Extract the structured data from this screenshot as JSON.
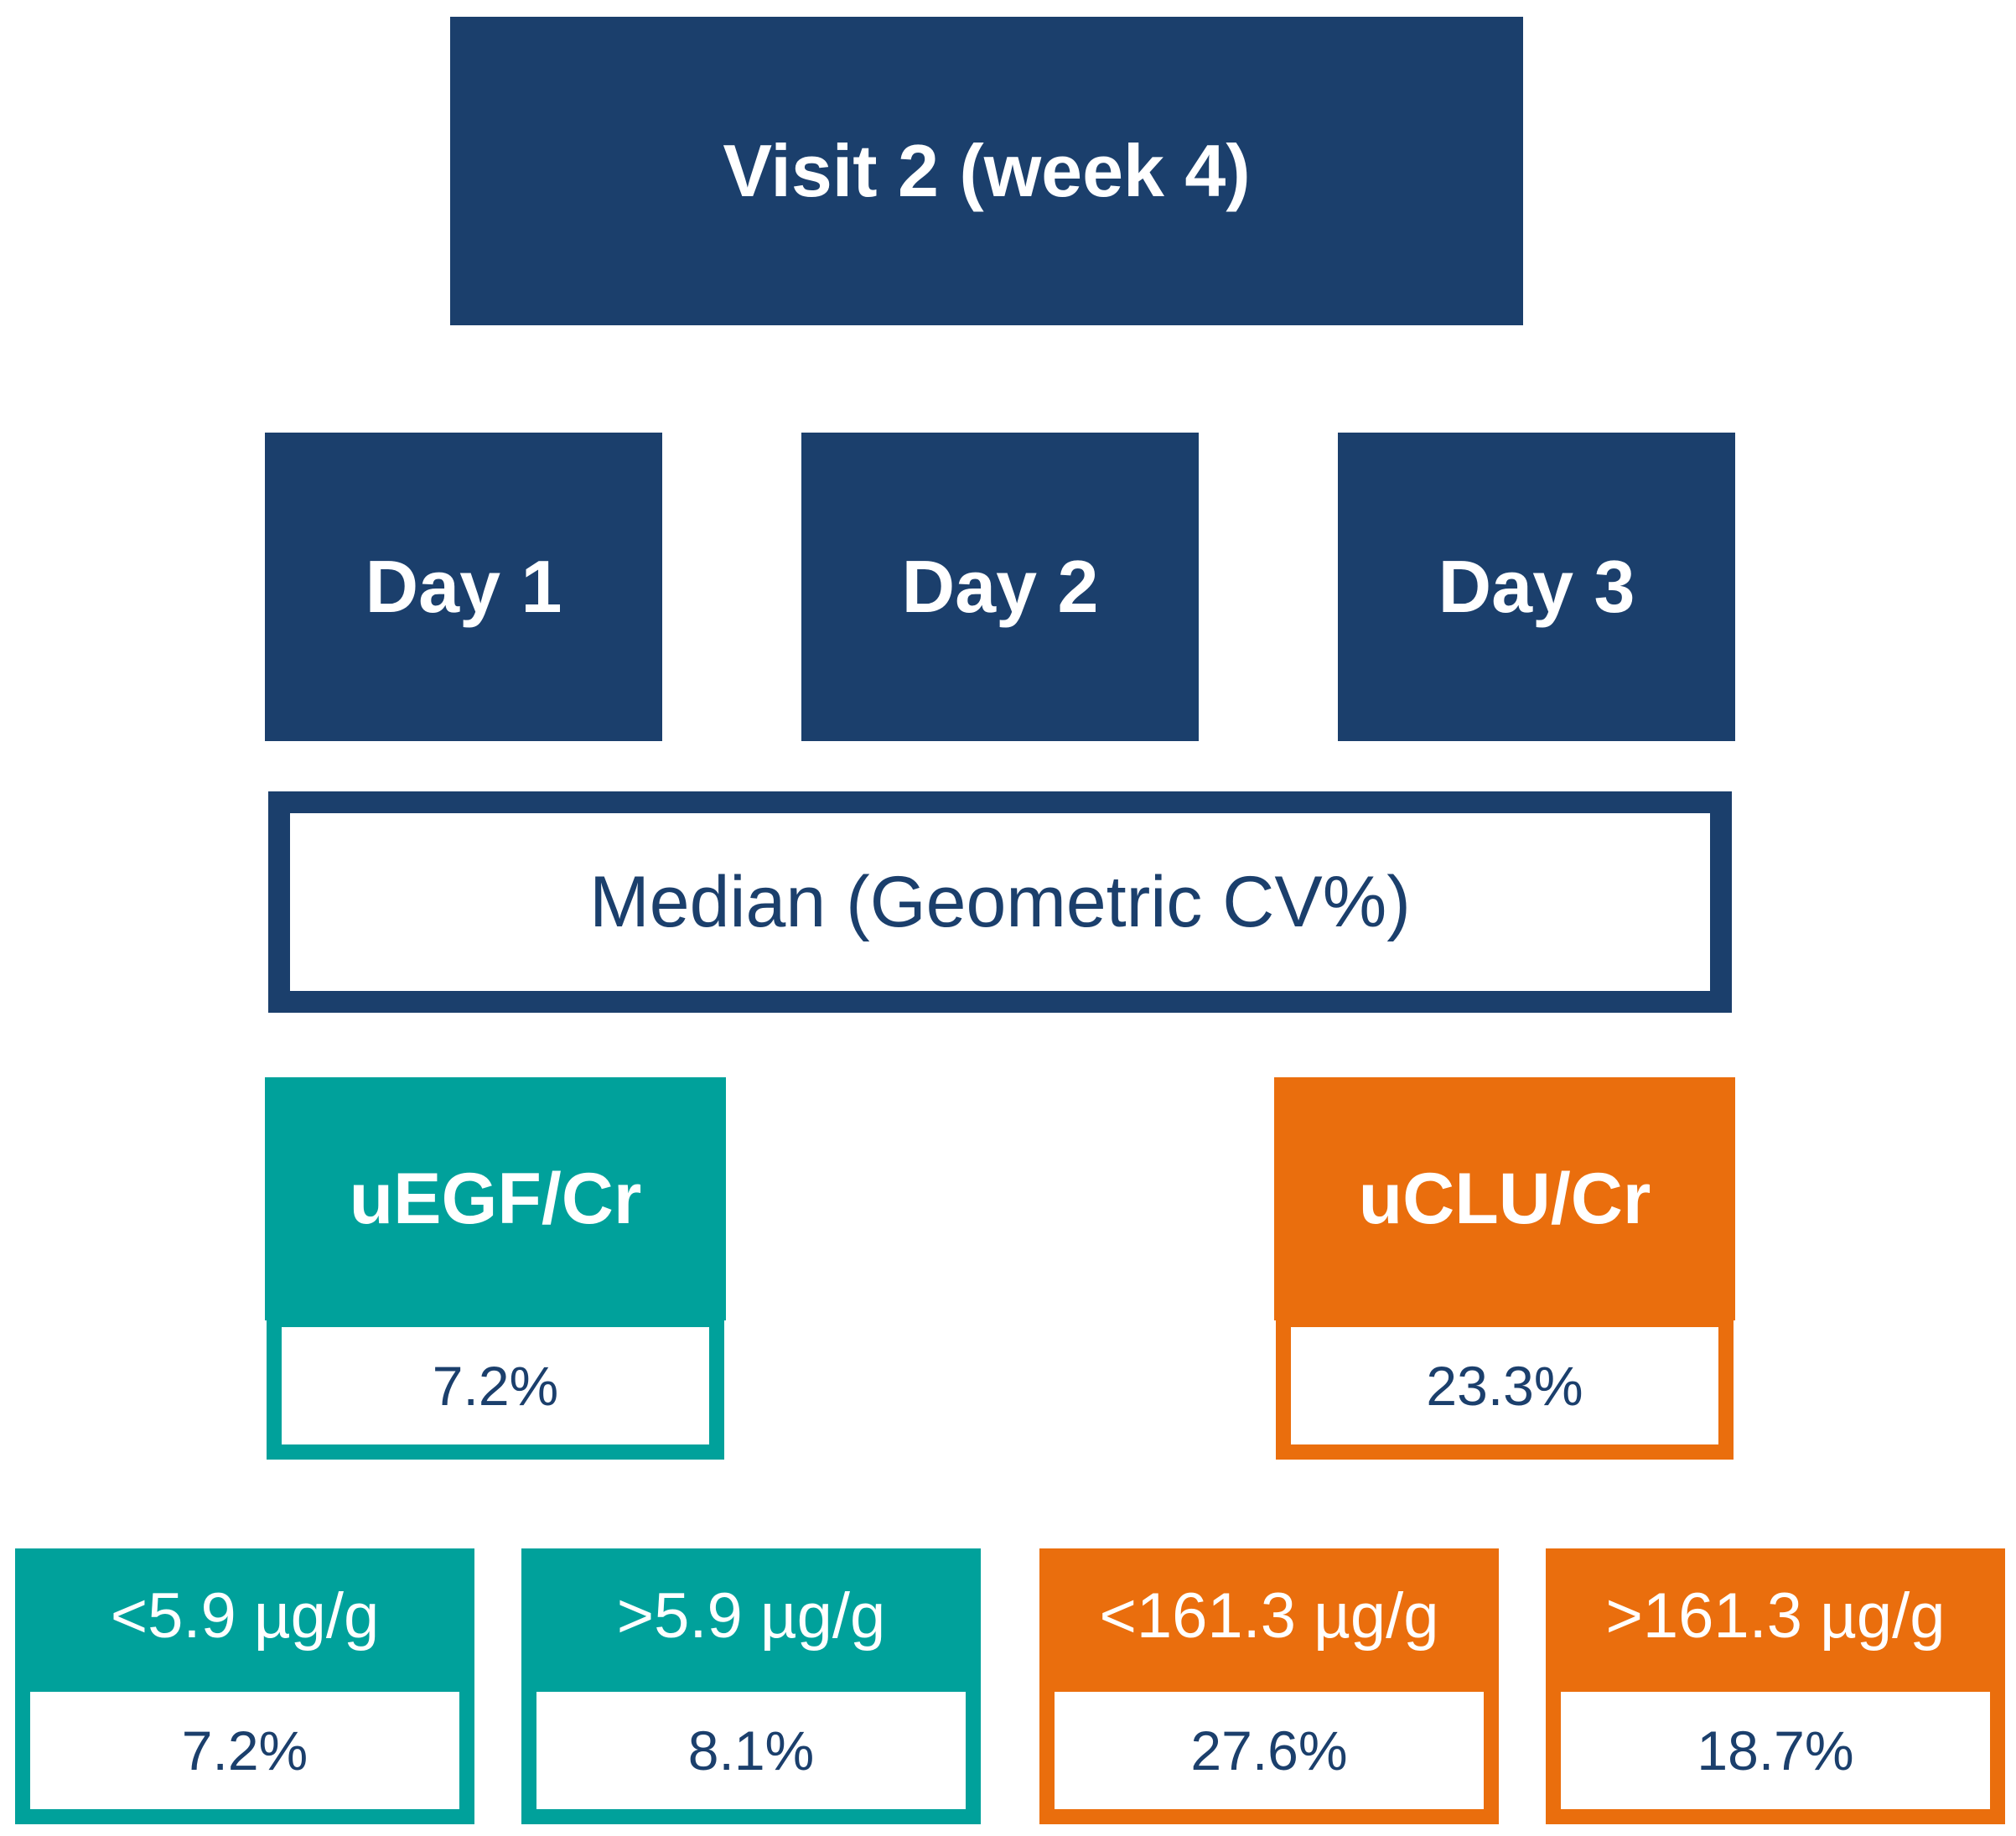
{
  "colors": {
    "navy": "#1b3f6c",
    "teal": "#00a19b",
    "orange": "#ea6e0d",
    "value_text": "#1b3f6c"
  },
  "visit": {
    "label": "Visit 2 (week 4)"
  },
  "days": [
    {
      "label": "Day 1"
    },
    {
      "label": "Day 2"
    },
    {
      "label": "Day 3"
    }
  ],
  "summary": {
    "label": "Median (Geometric CV%)"
  },
  "biomarkers": {
    "uegf": {
      "label": "uEGF/Cr",
      "value": "7.2%",
      "subgroups": [
        {
          "label": "<5.9 µg/g",
          "value": "7.2%"
        },
        {
          "label": ">5.9 µg/g",
          "value": "8.1%"
        }
      ]
    },
    "uclu": {
      "label": "uCLU/Cr",
      "value": "23.3%",
      "subgroups": [
        {
          "label": "<161.3 µg/g",
          "value": "27.6%"
        },
        {
          "label": ">161.3 µg/g",
          "value": "18.7%"
        }
      ]
    }
  }
}
